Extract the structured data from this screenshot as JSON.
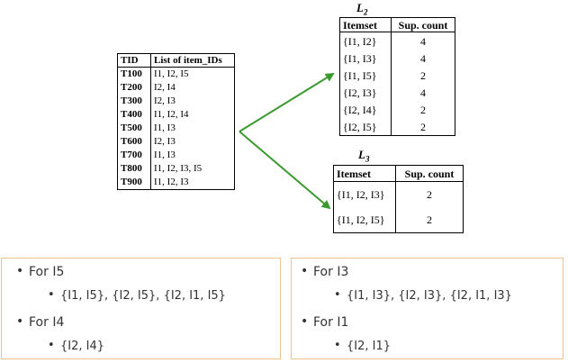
{
  "transactions": {
    "headers": [
      "TID",
      "List of item_IDs"
    ],
    "rows": [
      [
        "T100",
        "I1, I2, I5"
      ],
      [
        "T200",
        "I2, I4"
      ],
      [
        "T300",
        "I2, I3"
      ],
      [
        "T400",
        "I1, I2, I4"
      ],
      [
        "T500",
        "I1, I3"
      ],
      [
        "T600",
        "I2, I3"
      ],
      [
        "T700",
        "I1, I3"
      ],
      [
        "T800",
        "I1, I2, I3, I5"
      ],
      [
        "T900",
        "I1, I2, I3"
      ]
    ]
  },
  "l2": {
    "label_base": "L",
    "label_sub": "2",
    "headers": [
      "Itemset",
      "Sup. count"
    ],
    "rows": [
      [
        "{I1, I2}",
        "4"
      ],
      [
        "{I1, I3}",
        "4"
      ],
      [
        "{I1, I5}",
        "2"
      ],
      [
        "{I2, I3}",
        "4"
      ],
      [
        "{I2, I4}",
        "2"
      ],
      [
        "{I2, I5}",
        "2"
      ]
    ]
  },
  "l3": {
    "label_base": "L",
    "label_sub": "3",
    "headers": [
      "Itemset",
      "Sup. count"
    ],
    "rows": [
      [
        "{I1, I2, I3}",
        "2"
      ],
      [
        "{I1, I2, I5}",
        "2"
      ]
    ]
  },
  "arrow_color": "#3a9a2f",
  "box_border_color": "#f0c38a",
  "left_box": {
    "items": [
      {
        "label": "For I5",
        "sub": "{I1, I5}, {I2, I5}, {I2, I1, I5}"
      },
      {
        "label": "For I4",
        "sub": "{I2, I4}"
      }
    ]
  },
  "right_box": {
    "items": [
      {
        "label": "For I3",
        "sub": "{I1, I3}, {I2, I3}, {I2, I1, I3}"
      },
      {
        "label": "For I1",
        "sub": "{I2, I1}"
      }
    ]
  }
}
